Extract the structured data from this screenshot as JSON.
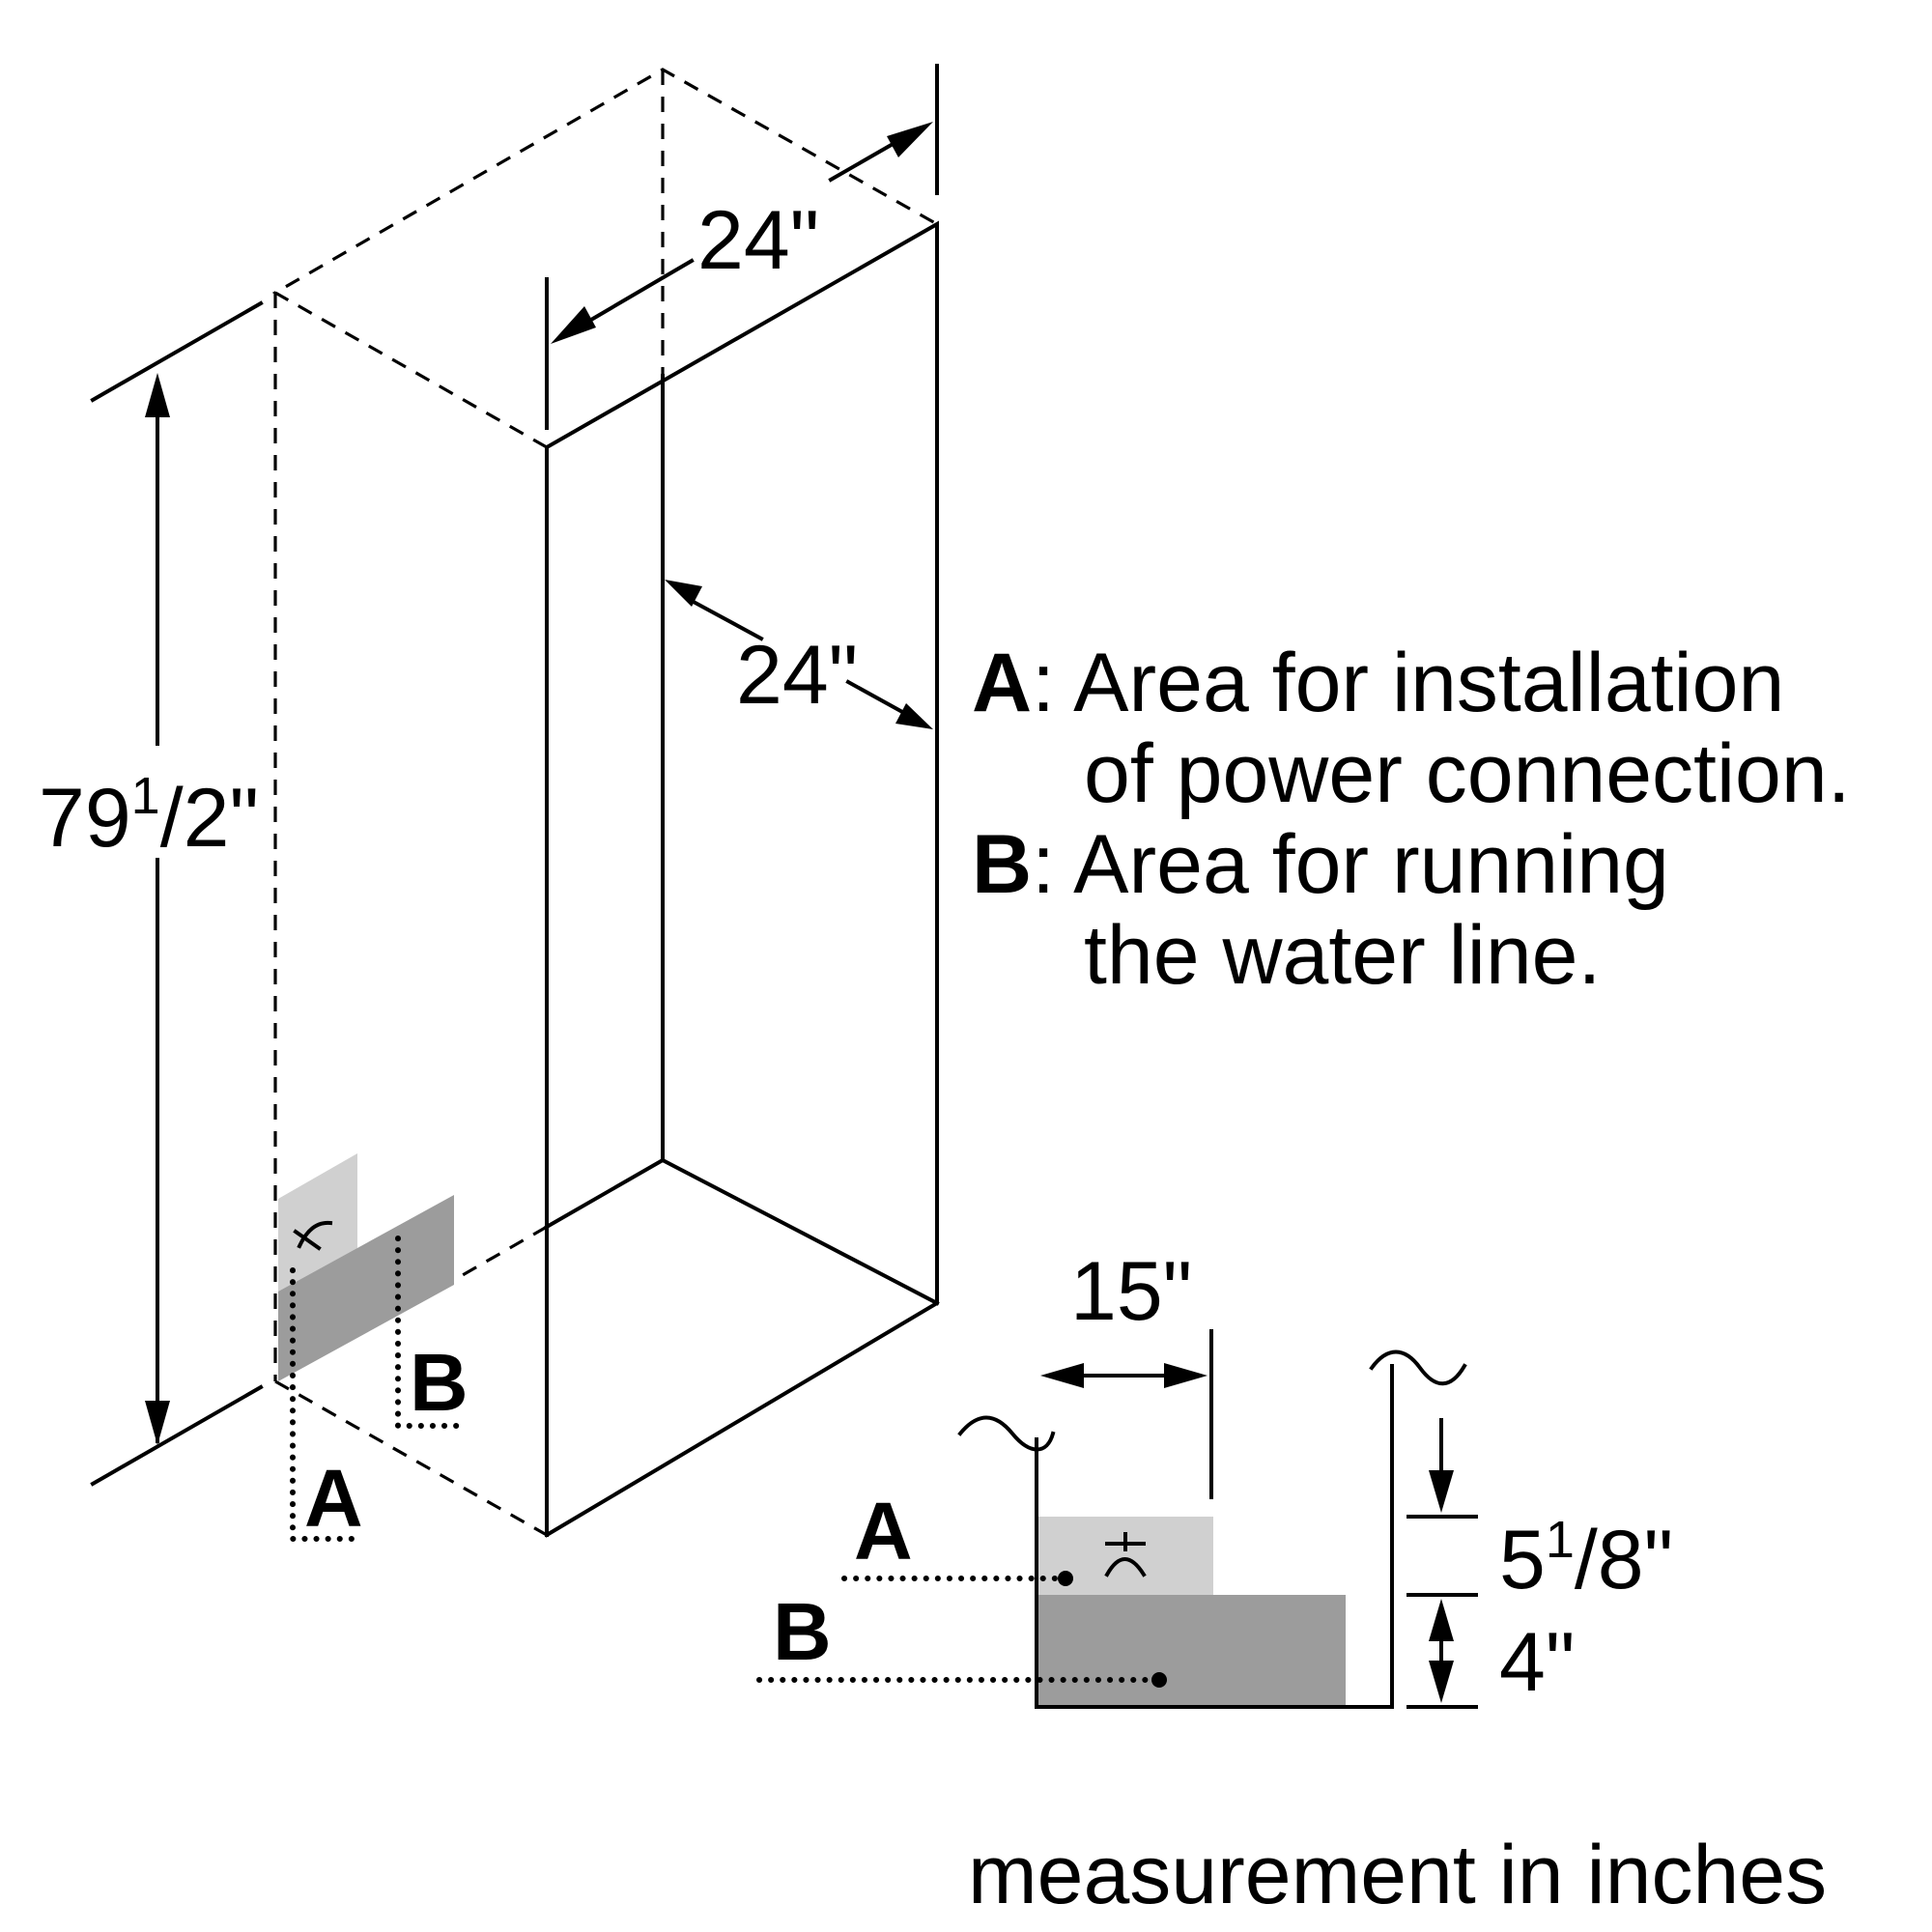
{
  "dimensions": {
    "height_whole": "79",
    "height_num": "1",
    "height_rest": "/2\"",
    "width_top": "24\"",
    "depth_side": "24\"",
    "inset_width": "15\"",
    "inset_upper_whole": "5",
    "inset_upper_num": "1",
    "inset_upper_rest": "/8\"",
    "inset_lower": "4\""
  },
  "labels": {
    "a": "A",
    "b": "B"
  },
  "legend": {
    "a_key": "A",
    "a_line1": ": Area for installation",
    "a_line2": "of power connection.",
    "b_key": "B",
    "b_line1": ": Area for running",
    "b_line2": "the water line."
  },
  "footer": "measurement in inches",
  "colors": {
    "area_a_fill": "#d0d0d0",
    "area_b_fill": "#9c9c9c",
    "line": "#000000"
  }
}
